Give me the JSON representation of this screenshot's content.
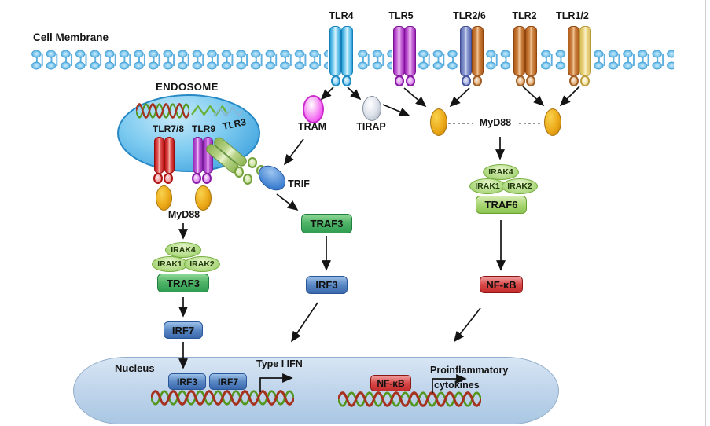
{
  "membrane": {
    "label": "Cell Membrane"
  },
  "receptors": [
    {
      "label": "TLR4"
    },
    {
      "label": "TLR5"
    },
    {
      "label": "TLR2/6"
    },
    {
      "label": "TLR2"
    },
    {
      "label": "TLR1/2"
    }
  ],
  "endosome": {
    "label": "ENDOSOME",
    "receptors": [
      {
        "label": "TLR7/8"
      },
      {
        "label": "TLR9"
      },
      {
        "label": "TLR3"
      }
    ],
    "myd88_label": "MyD88"
  },
  "adapters": {
    "tram": "TRAM",
    "tirap": "TIRAP",
    "trif": "TRIF",
    "myd88_surface": "MyD88"
  },
  "left_cascade": {
    "irak4": "IRAK4",
    "irak1": "IRAK1",
    "irak2": "IRAK2",
    "traf3": "TRAF3",
    "irf7": "IRF7"
  },
  "middle_cascade": {
    "traf3": "TRAF3",
    "irf3": "IRF3"
  },
  "right_cascade": {
    "irak4": "IRAK4",
    "irak1": "IRAK1",
    "irak2": "IRAK2",
    "traf6": "TRAF6",
    "nfkb": "NF-κB"
  },
  "nucleus": {
    "label": "Nucleus",
    "irf3": "IRF3",
    "irf7": "IRF7",
    "nfkb": "NF-κB",
    "type1_ifn": "Type I IFN",
    "proinflammatory": "Proinflammatory",
    "cytokines": "cytokines"
  },
  "colors": {
    "membrane_blue": "#7cc6ee",
    "endosome_blue": "#48a8e0",
    "nucleus_blue": "#c2d6ec",
    "myd88_orange": "#eca918",
    "traf_green": "#2f9e52",
    "irak_green": "#b4dc88",
    "irf_blue": "#3d6cb0",
    "nfkb_red": "#c42c2c"
  }
}
